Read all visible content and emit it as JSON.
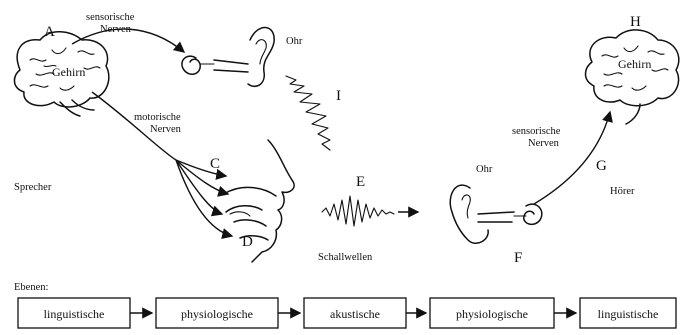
{
  "letters": {
    "a": "A",
    "c": "C",
    "d": "D",
    "e": "E",
    "f": "F",
    "g": "G",
    "h": "H",
    "i": "I"
  },
  "labels": {
    "sensory_nerves_left_1": "sensorische",
    "sensory_nerves_left_2": "Nerven",
    "brain_left": "Gehirn",
    "ear_left": "Ohr",
    "motor_nerves_1": "motorische",
    "motor_nerves_2": "Nerven",
    "speaker": "Sprecher",
    "sound_waves": "Schallwellen",
    "ear_right": "Ohr",
    "sensory_nerves_right_1": "sensorische",
    "sensory_nerves_right_2": "Nerven",
    "brain_right": "Gehirn",
    "listener": "Hörer"
  },
  "levels": {
    "heading": "Ebenen:",
    "boxes": [
      "linguistische",
      "physiologische",
      "akustische",
      "physiologische",
      "linguistische"
    ]
  }
}
